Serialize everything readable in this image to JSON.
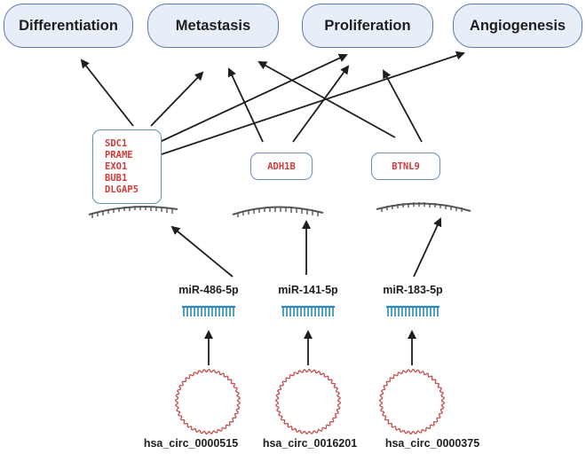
{
  "outcomes": [
    "Differentiation",
    "Metastasis",
    "Proliferation",
    "Angiogenesis"
  ],
  "targets": {
    "group1": [
      "SDC1",
      "PRAME",
      "EXO1",
      "BUB1",
      "DLGAP5"
    ],
    "group2": "ADH1B",
    "group3": "BTNL9"
  },
  "mirnas": [
    "miR-486-5p",
    "miR-141-5p",
    "miR-183-5p"
  ],
  "circrnas": [
    "hsa_circ_0000515",
    "hsa_circ_0016201",
    "hsa_circ_0000375"
  ],
  "colors": {
    "outcome_fill": "#e8eef8",
    "outcome_border": "#5a78a8",
    "gene_text": "#d43a3a",
    "gene_border": "#6c8ac0",
    "mirna_comb": "#2a8ab8",
    "circ_line": "#c0504d",
    "arrow": "#1e1e1e"
  }
}
